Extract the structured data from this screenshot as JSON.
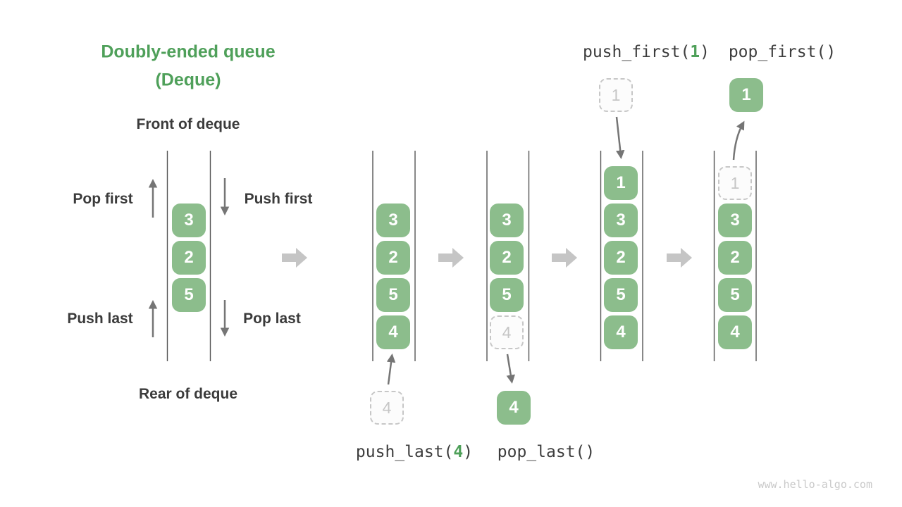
{
  "title": {
    "line1": "Doubly-ended queue",
    "line2": "(Deque)"
  },
  "colors": {
    "box_green": "#8CBD8C",
    "accent_green": "#4FA05A"
  },
  "initial": {
    "front_label": "Front of deque",
    "rear_label": "Rear of deque",
    "pop_first_label": "Pop first",
    "push_first_label": "Push first",
    "push_last_label": "Push last",
    "pop_last_label": "Pop last",
    "items": [
      "3",
      "2",
      "5"
    ]
  },
  "push_last": {
    "label": {
      "prefix": "push_last(",
      "arg": "4",
      "suffix": ")"
    },
    "incoming_item": "4",
    "items": [
      "3",
      "2",
      "5",
      "4"
    ]
  },
  "pop_last": {
    "label": {
      "prefix": "pop_last(",
      "arg": "",
      "suffix": ")"
    },
    "items": [
      "3",
      "2",
      "5"
    ],
    "ghost_item": "4",
    "outgoing_item": "4"
  },
  "push_first": {
    "label": {
      "prefix": "push_first(",
      "arg": "1",
      "suffix": ")"
    },
    "incoming_item": "1",
    "items": [
      "1",
      "3",
      "2",
      "5",
      "4"
    ]
  },
  "pop_first": {
    "label": {
      "prefix": "pop_first(",
      "arg": "",
      "suffix": ")"
    },
    "ghost_item": "1",
    "items": [
      "3",
      "2",
      "5",
      "4"
    ],
    "outgoing_item": "1"
  },
  "watermark": "www.hello-algo.com"
}
